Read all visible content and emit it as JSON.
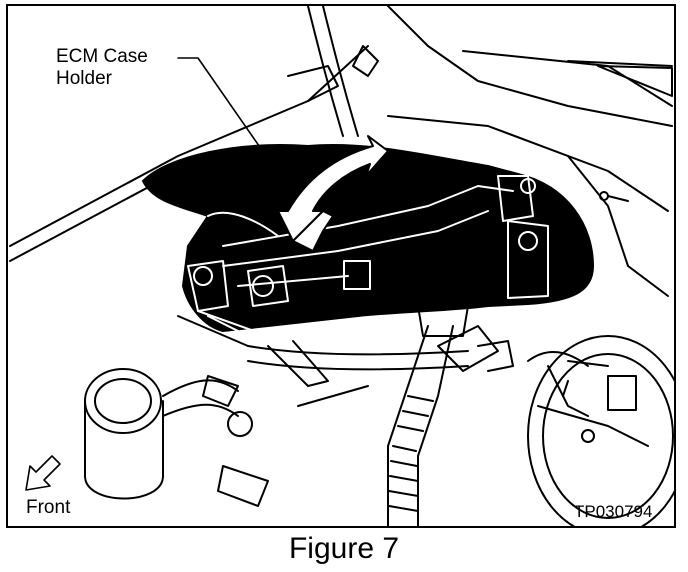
{
  "callout": {
    "line1": "ECM Case",
    "line2": "Holder"
  },
  "direction_label": "Front",
  "figure_code": "TP030794",
  "caption": "Figure 7",
  "colors": {
    "ink": "#000000",
    "paper": "#ffffff"
  }
}
